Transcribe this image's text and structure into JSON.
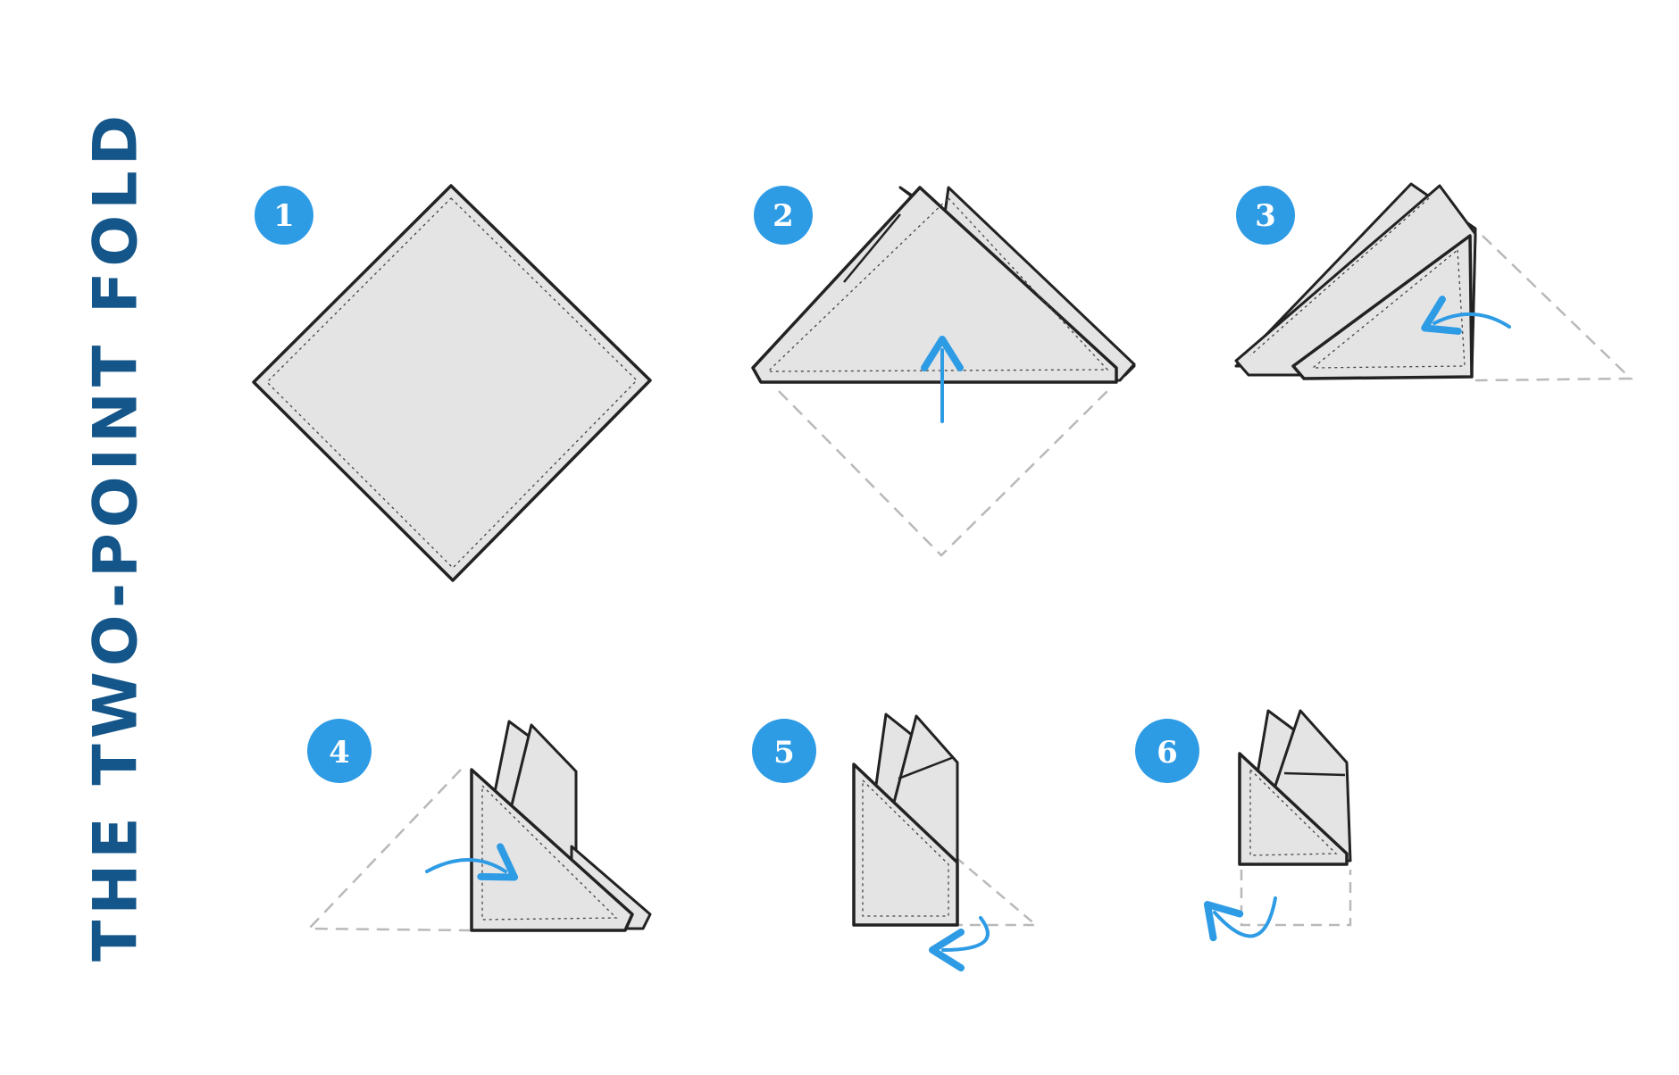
{
  "title": "THE TWO-POINT FOLD",
  "colors": {
    "title": "#15568a",
    "badge": "#2e9be5",
    "arrow": "#2e9be5",
    "fabric": "#e4e4e4",
    "outline": "#222222",
    "guide": "#b9b9b9"
  },
  "steps": [
    {
      "number": "1"
    },
    {
      "number": "2"
    },
    {
      "number": "3"
    },
    {
      "number": "4"
    },
    {
      "number": "5"
    },
    {
      "number": "6"
    }
  ]
}
